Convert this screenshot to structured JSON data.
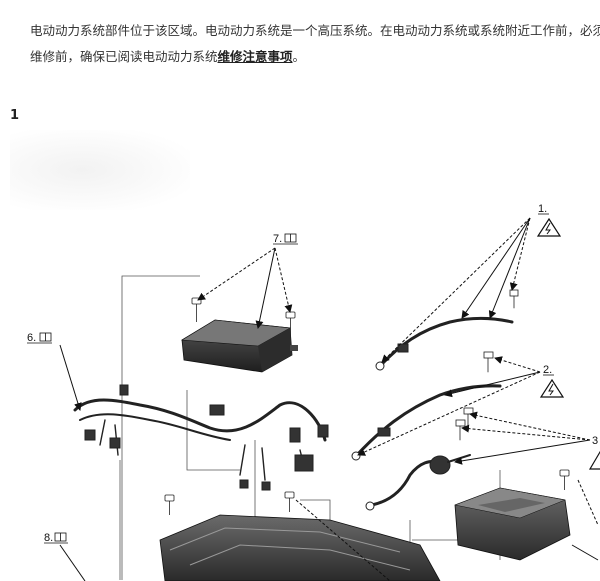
{
  "intro": {
    "line1": "电动动力系统部件位于该区域。电动动力系统是一个高压系统。在电动动力系统或系统附近工作前，必须熟悉",
    "line2_prefix": "维修前，确保已阅读电动动力系统",
    "line2_link": "维修注意事项",
    "line2_suffix": "。"
  },
  "section_number": "1",
  "callouts": {
    "c1": "1.",
    "c2": "2.",
    "c3": "3",
    "c6": "6.",
    "c7": "7.",
    "c8": "8."
  },
  "icons": {
    "warning": "high-voltage-warning-icon",
    "book": "manual-book-icon"
  }
}
